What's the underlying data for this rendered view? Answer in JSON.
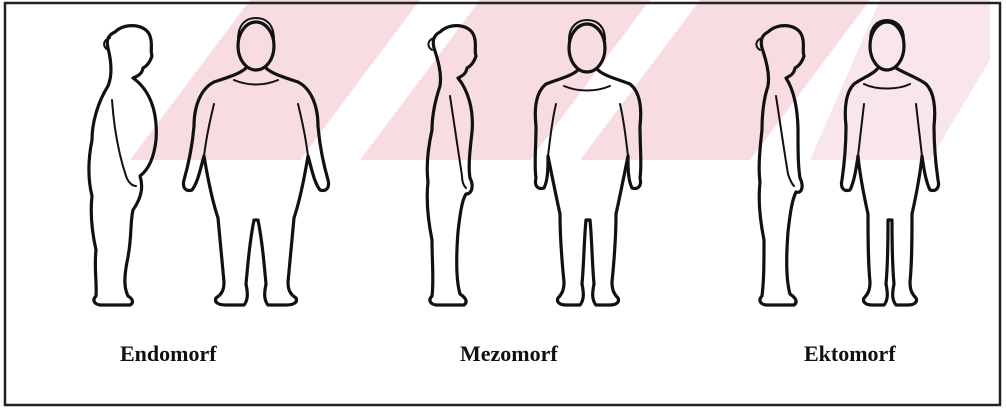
{
  "colors": {
    "line": "#111111",
    "frame": "#222222",
    "watermark": "#f7dde2",
    "background": "#ffffff"
  },
  "body_types": [
    {
      "id": "endomorf",
      "label": "Endomorf"
    },
    {
      "id": "mezomorf",
      "label": "Mezomorf"
    },
    {
      "id": "ektomorf",
      "label": "Ektomorf"
    }
  ]
}
